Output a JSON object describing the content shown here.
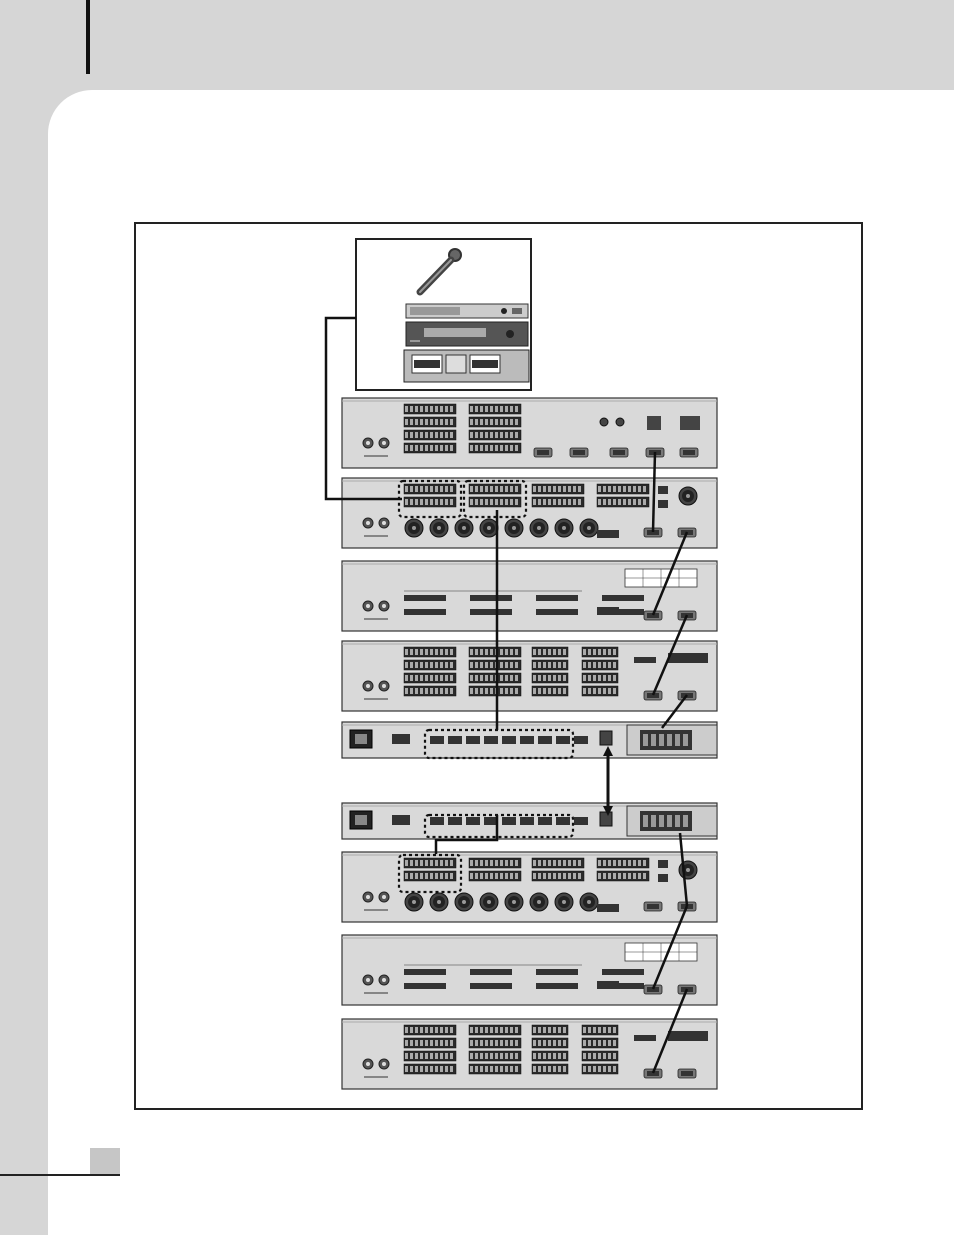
{
  "page": {
    "section_marker": "",
    "page_number": ""
  },
  "colors": {
    "page_background": "#d6d6d6",
    "card": "#ffffff",
    "panel": "#d9d9d9",
    "panel_stroke": "#333333",
    "cable": "#111111"
  },
  "diagram": {
    "source_group": {
      "items": [
        {
          "name": "microphone",
          "icon": "microphone-icon"
        },
        {
          "name": "rack-unit-1",
          "icon": "rack-processor-icon"
        },
        {
          "name": "rack-unit-2",
          "icon": "cd-player-icon"
        },
        {
          "name": "rack-unit-3",
          "icon": "cassette-deck-icon"
        }
      ]
    },
    "rack_units": [
      {
        "id": "unit-1",
        "kind": "input-card-unit"
      },
      {
        "id": "unit-2",
        "kind": "io-xlr-unit"
      },
      {
        "id": "unit-3",
        "kind": "fire-emergency-input-unit"
      },
      {
        "id": "unit-4",
        "kind": "terminal-output-unit"
      },
      {
        "id": "unit-5",
        "kind": "power-link-unit"
      },
      {
        "id": "unit-6",
        "kind": "power-link-unit"
      },
      {
        "id": "unit-7",
        "kind": "io-xlr-unit"
      },
      {
        "id": "unit-8",
        "kind": "fire-emergency-input-unit"
      },
      {
        "id": "unit-9",
        "kind": "terminal-output-unit"
      }
    ]
  }
}
